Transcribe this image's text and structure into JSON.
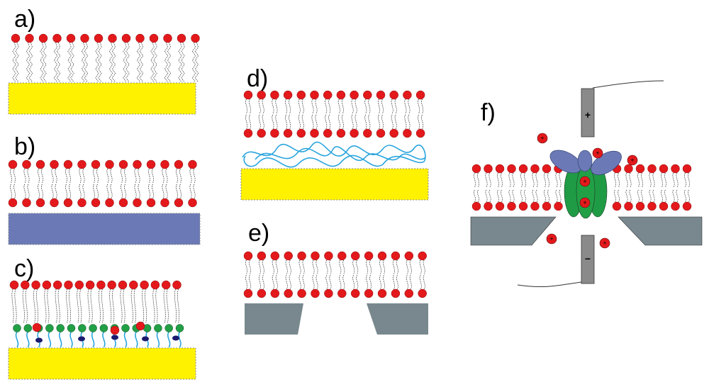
{
  "panels": {
    "a": {
      "label": "a)"
    },
    "b": {
      "label": "b)"
    },
    "c": {
      "label": "c)"
    },
    "d": {
      "label": "d)"
    },
    "e": {
      "label": "e)"
    },
    "f": {
      "label": "f)"
    }
  },
  "electrodes": {
    "positive": "+",
    "negative": "−"
  },
  "ion_charge": "+",
  "colors": {
    "lipid_head": "#e3191c",
    "gold_substrate": "#fff200",
    "blue_substrate": "#6b7ab6",
    "grey_support": "#78888e",
    "spacer_green": "#22a046",
    "polymer_cushion": "#2aa5dd",
    "channel_protein": "#1f9b45",
    "protein_subunit": "#6b7ab6"
  }
}
